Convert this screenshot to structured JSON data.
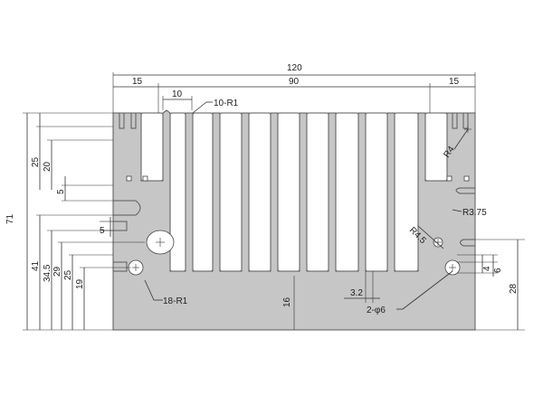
{
  "dimensions": {
    "overall_width": "120",
    "left_flange": "15",
    "right_flange": "15",
    "fin_region": "90",
    "fin_pitch": "10",
    "fin_radius": "10-R1",
    "overall_height": "71",
    "left_25": "25",
    "left_20": "20",
    "left_5": "5",
    "left_slot_5": "5",
    "left_41": "41",
    "left_34_5": "34.5",
    "left_29": "29",
    "left_25b": "25",
    "left_19": "19",
    "right_r4": "R4",
    "right_r3_75": "R3.75",
    "right_r4_5": "R4.5",
    "right_4": "4",
    "right_6": "6",
    "base_height_28": "28",
    "base_thickness_16": "16",
    "fin_thickness_3_2": "3.2",
    "bottom_radius": "18-R1",
    "holes": "2-φ6"
  }
}
